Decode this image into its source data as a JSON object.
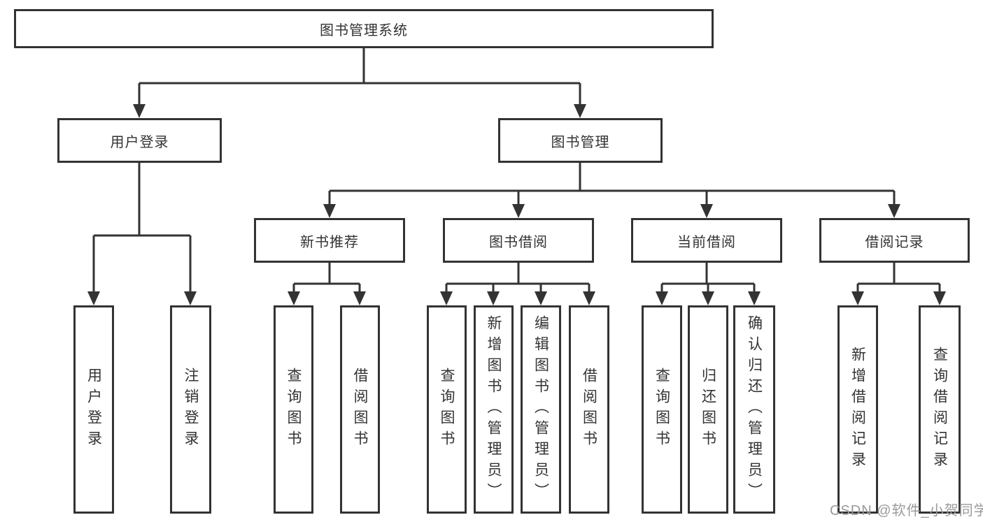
{
  "colors": {
    "line": "#333333",
    "text": "#333333",
    "background": "#ffffff",
    "watermark": "#9a9a9a"
  },
  "diagram": {
    "title": "图书管理系统",
    "level2": [
      {
        "label": "用户登录"
      },
      {
        "label": "图书管理"
      }
    ],
    "level3": [
      {
        "label": "新书推荐",
        "parent": "图书管理"
      },
      {
        "label": "图书借阅",
        "parent": "图书管理"
      },
      {
        "label": "当前借阅",
        "parent": "图书管理"
      },
      {
        "label": "借阅记录",
        "parent": "图书管理"
      }
    ],
    "leaves": [
      {
        "label": "用户登录",
        "parent": "用户登录"
      },
      {
        "label": "注销登录",
        "parent": "用户登录"
      },
      {
        "label": "查询图书",
        "parent": "新书推荐"
      },
      {
        "label": "借阅图书",
        "parent": "新书推荐"
      },
      {
        "label": "查询图书",
        "parent": "图书借阅"
      },
      {
        "label": "新增图书（管理员）",
        "parent": "图书借阅"
      },
      {
        "label": "编辑图书（管理员）",
        "parent": "图书借阅"
      },
      {
        "label": "借阅图书",
        "parent": "图书借阅"
      },
      {
        "label": "查询图书",
        "parent": "当前借阅"
      },
      {
        "label": "归还图书",
        "parent": "当前借阅"
      },
      {
        "label": "确认归还（管理员）",
        "parent": "当前借阅"
      },
      {
        "label": "新增借阅记录",
        "parent": "借阅记录"
      },
      {
        "label": "查询借阅记录",
        "parent": "借阅记录"
      }
    ]
  },
  "watermark": {
    "text": "CSDN @软件_小贺同学"
  }
}
